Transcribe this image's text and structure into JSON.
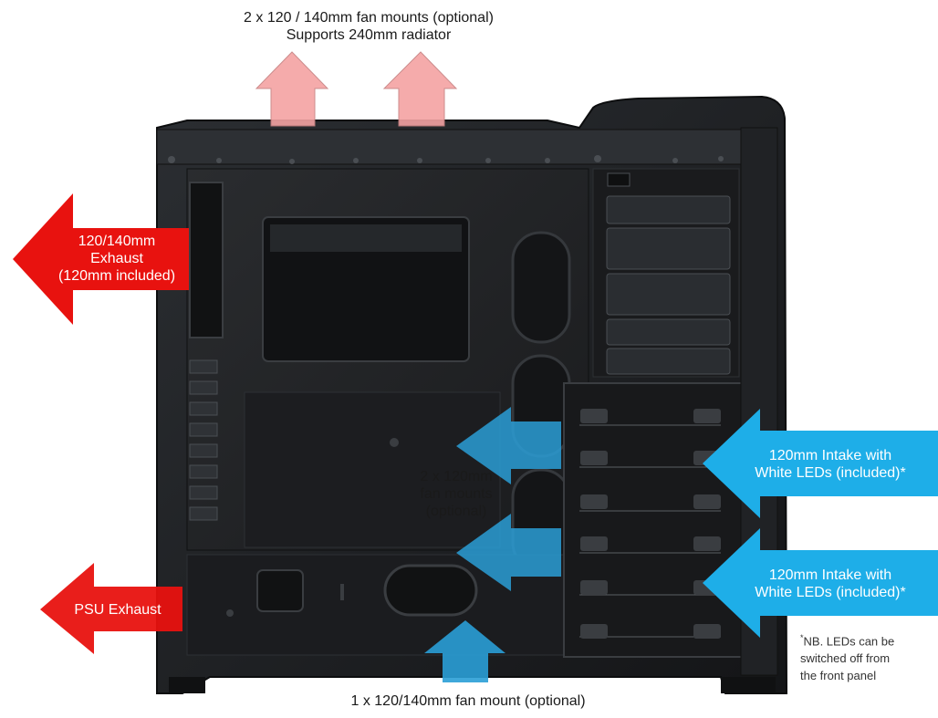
{
  "colors": {
    "exhaust_red": "#e8120f",
    "intake_blue": "#1eaee8",
    "optional_pink": "#f4a3a3",
    "optional_blue": "#2a9ed6",
    "case_dark": "#1f2124"
  },
  "labels": {
    "top_line1": "2 x 120 / 140mm fan mounts (optional)",
    "top_line2": "Supports 240mm radiator",
    "exhaust_line1": "120/140mm",
    "exhaust_line2": "Exhaust",
    "exhaust_line3": "(120mm included)",
    "psu_exhaust": "PSU Exhaust",
    "middle_line1": "2 x 120mm",
    "middle_line2": "fan mounts",
    "middle_line3": "(optional)",
    "intake1_line1": "120mm Intake with",
    "intake1_line2": "White LEDs (included)*",
    "intake2_line1": "120mm Intake with",
    "intake2_line2": "White LEDs (included)*",
    "bottom": "1 x 120/140mm fan mount (optional)",
    "note_asterisk": "*",
    "note_line1": "NB. LEDs can be",
    "note_line2": "switched off from",
    "note_line3": "the front panel"
  }
}
